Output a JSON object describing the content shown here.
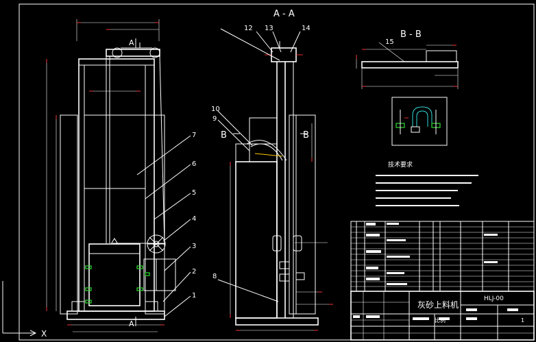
{
  "section_labels": {
    "a_a": "A - A",
    "b_b": "B - B",
    "a_top": "A",
    "a_bottom": "A",
    "b_left": "B",
    "b_right": "B"
  },
  "part_numbers": [
    "1",
    "2",
    "3",
    "4",
    "5",
    "6",
    "7",
    "8",
    "9",
    "10",
    "12",
    "13",
    "14",
    "15"
  ],
  "tech_requirements": {
    "heading": "技术要求"
  },
  "title_block": {
    "name": "灰砂上料机",
    "code": "HLJ-00",
    "scale_label": "比例",
    "count": "1"
  },
  "ucs": {
    "x_label": "X"
  },
  "colors": {
    "background": "#000000",
    "lines": "#ffffff",
    "dimension_arrows": "#ff3030",
    "bolts": "#33dd33",
    "detail_frame": "#33dddd"
  }
}
